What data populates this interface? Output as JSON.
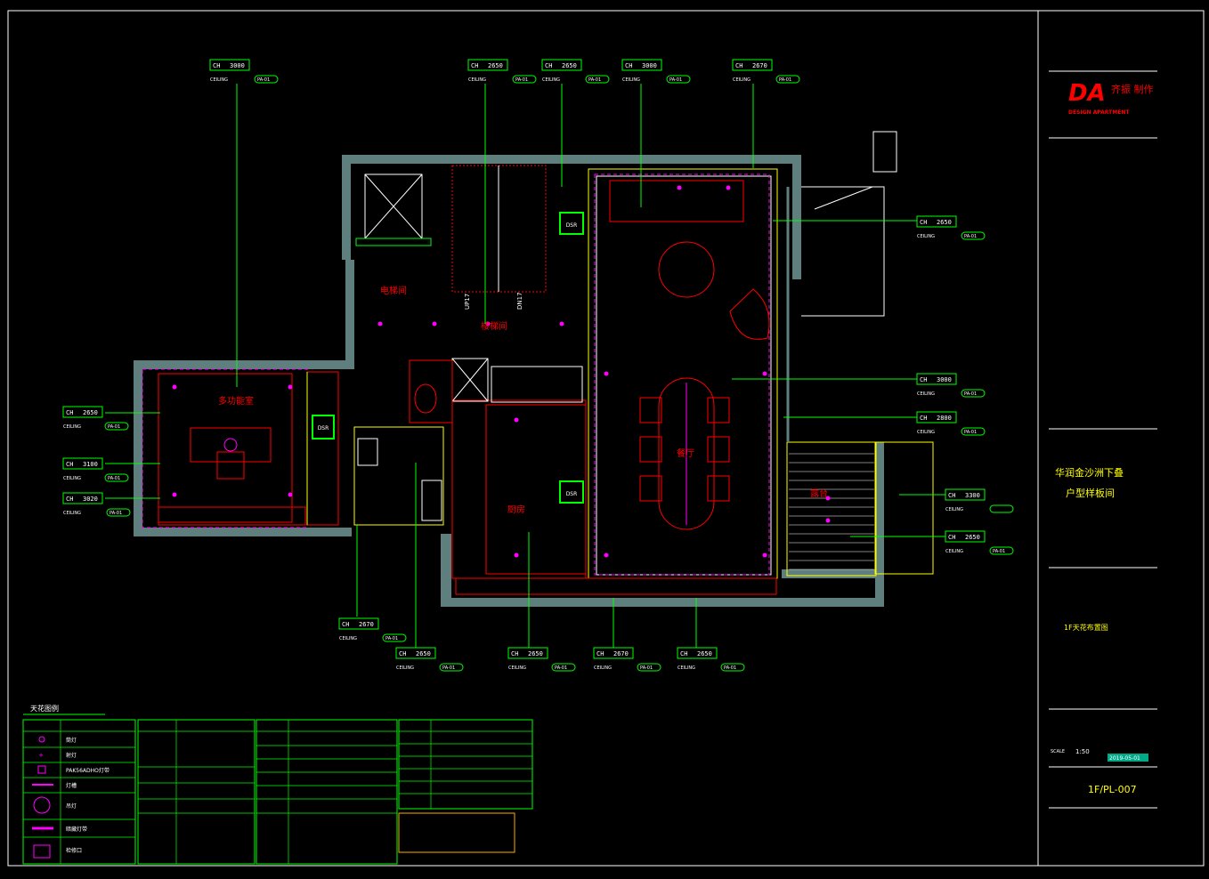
{
  "ceiling_tags": [
    {
      "ch": "CH",
      "value": "3000",
      "note": "CEILING",
      "tag": "PA-01"
    },
    {
      "ch": "CH",
      "value": "2650",
      "note": "CEILING",
      "tag": "PA-01"
    },
    {
      "ch": "CH",
      "value": "2650",
      "note": "CEILING",
      "tag": "PA-01"
    },
    {
      "ch": "CH",
      "value": "3000",
      "note": "CEILING",
      "tag": "PA-01"
    },
    {
      "ch": "CH",
      "value": "2670",
      "note": "CEILING",
      "tag": "PA-01"
    },
    {
      "ch": "CH",
      "value": "2650",
      "note": "CEILING",
      "tag": "PA-01"
    },
    {
      "ch": "CH",
      "value": "3000",
      "note": "CEILING",
      "tag": "PA-01"
    },
    {
      "ch": "CH",
      "value": "2800",
      "note": "CEILING",
      "tag": "PA-01"
    },
    {
      "ch": "CH",
      "value": "3300",
      "note": "CEILING",
      "tag": ""
    },
    {
      "ch": "CH",
      "value": "2650",
      "note": "CEILING",
      "tag": "PA-01"
    },
    {
      "ch": "CH",
      "value": "2650",
      "note": "CEILING",
      "tag": "PA-01"
    },
    {
      "ch": "CH",
      "value": "3100",
      "note": "CEILING",
      "tag": "PA-01"
    },
    {
      "ch": "CH",
      "value": "3020",
      "note": "CEILING",
      "tag": "PA-01"
    },
    {
      "ch": "CH",
      "value": "2670",
      "note": "CEILING",
      "tag": "PA-01"
    },
    {
      "ch": "CH",
      "value": "2650",
      "note": "CEILING",
      "tag": "PA-01"
    },
    {
      "ch": "CH",
      "value": "2650",
      "note": "CEILING",
      "tag": "PA-01"
    },
    {
      "ch": "CH",
      "value": "2670",
      "note": "CEILING",
      "tag": "PA-01"
    },
    {
      "ch": "CH",
      "value": "2650",
      "note": "CEILING",
      "tag": "PA-01"
    }
  ],
  "rooms": {
    "multi_room": "多功能室",
    "elevator": "电梯间",
    "stair": "楼梯间",
    "kitchen": "厨房",
    "dining": "餐厅",
    "terrace": "露台"
  },
  "stair_labels": {
    "up": "UP17",
    "dn": "DN17"
  },
  "equipment_label": "DSR",
  "title_block": {
    "logo_mark": "DA",
    "logo_cn": "齐振 制作",
    "logo_en": "DESIGN APARTMENT",
    "project_cn_1": "华润金沙洲下叠",
    "project_cn_2": "户型样板间",
    "drawing_name": "1F天花布置图",
    "scale_label": "SCALE",
    "scale_value": "1:50",
    "date_value": "2019-05-01",
    "drawing_no": "1F/PL-007"
  },
  "legend": {
    "title": "天花图例",
    "items": [
      "筒灯",
      "射灯",
      "PAK56ADHO灯带",
      "灯槽",
      "吊灯",
      "暗藏灯带",
      "检修口"
    ]
  },
  "colors": {
    "wall": "#5f7f7f",
    "green": "#00ff00",
    "magenta": "#ff00ff",
    "red": "#ff0000",
    "yellow": "#ffff00",
    "white": "#ffffff",
    "cyan": "#00ffff"
  }
}
